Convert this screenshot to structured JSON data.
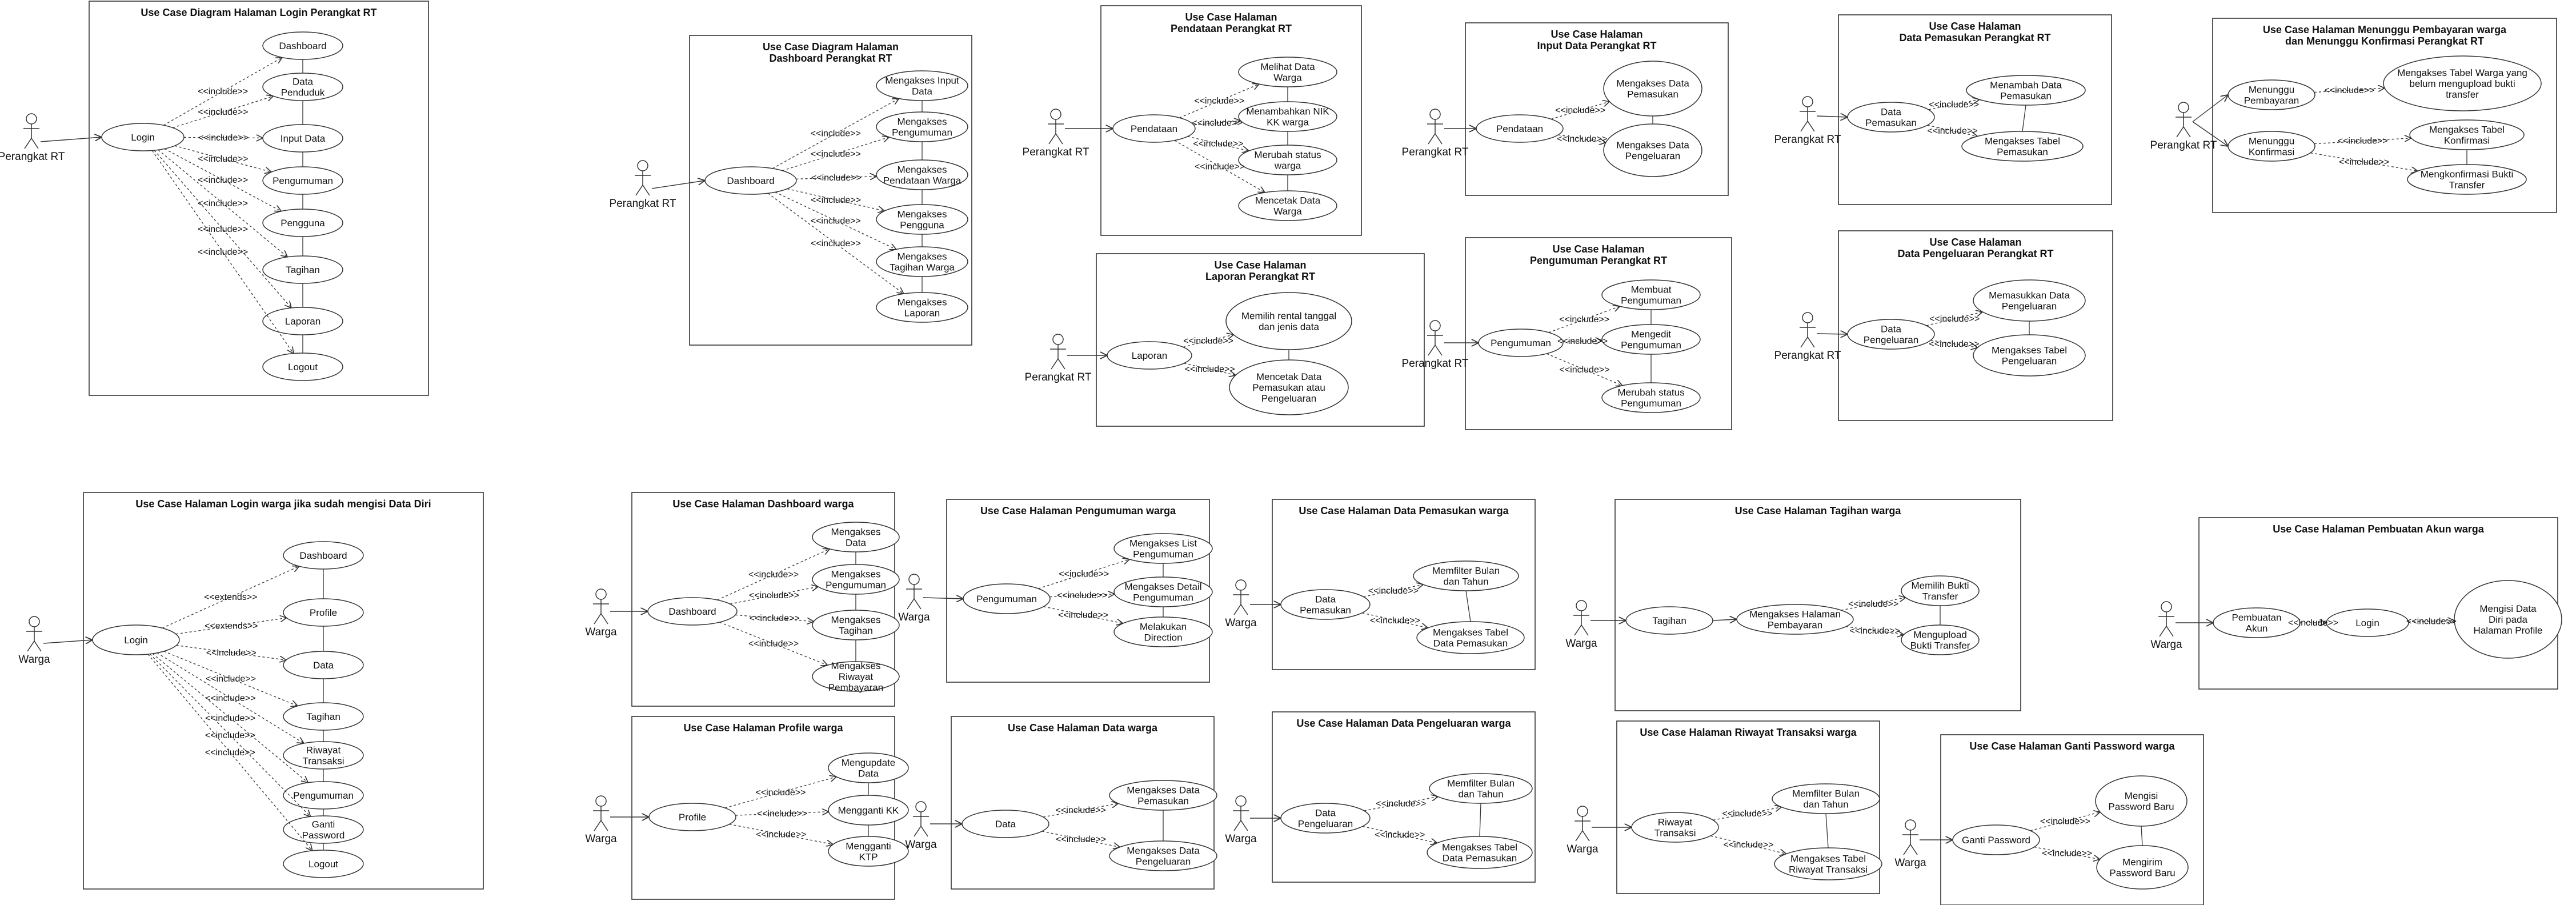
{
  "diagrams": [
    {
      "title": [
        "Use Case Diagram Halaman Login Perangkat RT"
      ],
      "actor": "Perangkat RT",
      "base": "Login",
      "targets": [
        "Dashboard",
        "Data Penduduk",
        "Input Data",
        "Pengumuman",
        "Pengguna",
        "Tagihan",
        "Laporan",
        "Logout"
      ],
      "rel": "<<include>>"
    },
    {
      "title": [
        "Use Case Diagram Halaman",
        "Dashboard Perangkat RT"
      ],
      "actor": "Perangkat RT",
      "base": "Dashboard",
      "targets": [
        "Mengakses Input Data",
        "Mengakses Pengumuman",
        "Mengakses Pendataan Warga",
        "Mengakses Pengguna",
        "Mengakses Tagihan Warga",
        "Mengakses Laporan"
      ],
      "rel": "<<include>>"
    },
    {
      "title": [
        "Use Case Halaman",
        "Pendataan Perangkat RT"
      ],
      "actor": "Perangkat RT",
      "base": "Pendataan",
      "targets": [
        "Melihat Data Warga",
        "Menambahkan NIK KK warga",
        "Merubah status warga",
        "Mencetak Data Warga"
      ],
      "rel": "<<include>>"
    },
    {
      "title": [
        "Use Case Halaman",
        "Laporan Perangkat RT"
      ],
      "actor": "Perangkat RT",
      "base": "Laporan",
      "targets": [
        "Memilih rental tanggal dan jenis data",
        "Mencetak Data Pemasukan atau Pengeluaran"
      ],
      "rel": "<<include>>"
    },
    {
      "title": [
        "Use Case Halaman",
        "Input Data Perangkat RT"
      ],
      "actor": "Perangkat RT",
      "base": "Pendataan",
      "targets": [
        "Mengakses Data Pemasukan",
        "Mengakses Data Pengeluaran"
      ],
      "rel": "<<include>>"
    },
    {
      "title": [
        "Use Case Halaman",
        "Pengumuman Perangkat RT"
      ],
      "actor": "Perangkat RT",
      "base": "Pengumuman",
      "targets": [
        "Membuat Pengumuman",
        "Mengedit Pengumuman",
        "Merubah status Pengumuman"
      ],
      "rel": "<<include>>"
    },
    {
      "title": [
        "Use Case Halaman",
        "Data Pemasukan Perangkat RT"
      ],
      "actor": "Perangkat RT",
      "base": "Data Pemasukan",
      "targets": [
        "Menambah Data Pemasukan",
        "Mengakses Tabel Pemasukan"
      ],
      "rel": "<<include>>"
    },
    {
      "title": [
        "Use Case Halaman",
        "Data Pengeluaran Perangkat RT"
      ],
      "actor": "Perangkat RT",
      "base": "Data Pengeluaran",
      "targets": [
        "Memasukkan Data Pengeluaran",
        "Mengakses Tabel Pengeluaran"
      ],
      "rel": "<<include>>"
    },
    {
      "title": [
        "Use Case Halaman Menunggu Pembayaran warga",
        "dan Menunggu Konfirmasi Perangkat RT"
      ],
      "actor": "Perangkat RT",
      "bases": [
        "Menunggu Pembayaran",
        "Menunggu Konfirmasi"
      ],
      "targets": [
        "Mengakses Tabel Warga yang belum mengupload bukti transfer",
        "Mengakses Tabel Konfirmasi",
        "Mengkonfirmasi Bukti Transfer"
      ],
      "rel": "<<include>>"
    },
    {
      "title": [
        "Use Case Halaman Login warga jika sudah mengisi Data Diri"
      ],
      "actor": "Warga",
      "base": "Login",
      "targets": [
        "Dashboard",
        "Profile",
        "Data",
        "Tagihan",
        "Riwayat Transaksi",
        "Pengumuman",
        "Ganti Password",
        "Logout"
      ],
      "rels": [
        "<<extends>>",
        "<<extends>>",
        "<<include>>",
        "<<include>>",
        "<<include>>",
        "<<include>>",
        "<<include>>",
        "<<include>>"
      ]
    },
    {
      "title": [
        "Use Case Halaman Dashboard warga"
      ],
      "actor": "Warga",
      "base": "Dashboard",
      "targets": [
        "Mengakses Data",
        "Mengakses Pengumuman",
        "Mengakses Tagihan",
        "Mengakses Riwayat Pembayaran"
      ],
      "rel": "<<include>>"
    },
    {
      "title": [
        "Use Case Halaman Pengumuman warga"
      ],
      "actor": "Warga",
      "base": "Pengumuman",
      "targets": [
        "Mengakses List Pengumuman",
        "Mengakses Detail Pengumuman",
        "Melakukan Direction"
      ],
      "rel": "<<include>>"
    },
    {
      "title": [
        "Use Case Halaman Data Pemasukan warga"
      ],
      "actor": "Warga",
      "base": "Data Pemasukan",
      "targets": [
        "Memfilter Bulan dan Tahun",
        "Mengakses Tabel Data Pemasukan"
      ],
      "rel": "<<include>>"
    },
    {
      "title": [
        "Use Case Halaman Tagihan warga"
      ],
      "actor": "Warga",
      "base": "Tagihan",
      "mid": "Mengakses Halaman Pembayaran",
      "targets": [
        "Memilih Bukti Transfer",
        "Mengupload Bukti Transfer"
      ],
      "rel": "<<include>>"
    },
    {
      "title": [
        "Use Case Halaman Pembuatan Akun warga"
      ],
      "actor": "Warga",
      "chain": [
        "Pembuatan Akun",
        "Login",
        "Mengisi Data Diri pada Halaman Profile"
      ],
      "rel": "<<include>>"
    },
    {
      "title": [
        "Use Case Halaman Profile warga"
      ],
      "actor": "Warga",
      "base": "Profile",
      "targets": [
        "Mengupdate Data",
        "Mengganti KK",
        "Mengganti KTP"
      ],
      "rel": "<<include>>"
    },
    {
      "title": [
        "Use Case Halaman Data warga"
      ],
      "actor": "Warga",
      "base": "Data",
      "targets": [
        "Mengakses Data Pemasukan",
        "Mengakses Data Pengeluaran"
      ],
      "rel": "<<include>>"
    },
    {
      "title": [
        "Use Case Halaman Data Pengeluaran warga"
      ],
      "actor": "Warga",
      "base": "Data Pengeluaran",
      "targets": [
        "Memfilter Bulan dan Tahun",
        "Mengakses Tabel Data Pemasukan"
      ],
      "rel": "<<include>>"
    },
    {
      "title": [
        "Use Case Halaman Riwayat Transaksi warga"
      ],
      "actor": "Warga",
      "base": "Riwayat Transaksi",
      "targets": [
        "Memfilter Bulan dan Tahun",
        "Mengakses Tabel Riwayat Transaksi"
      ],
      "rel": "<<include>>"
    },
    {
      "title": [
        "Use Case Halaman Ganti Password warga"
      ],
      "actor": "Warga",
      "base": "Ganti Password",
      "targets": [
        "Mengisi Password Baru",
        "Mengirim Password Baru"
      ],
      "rel": "<<include>>"
    }
  ]
}
